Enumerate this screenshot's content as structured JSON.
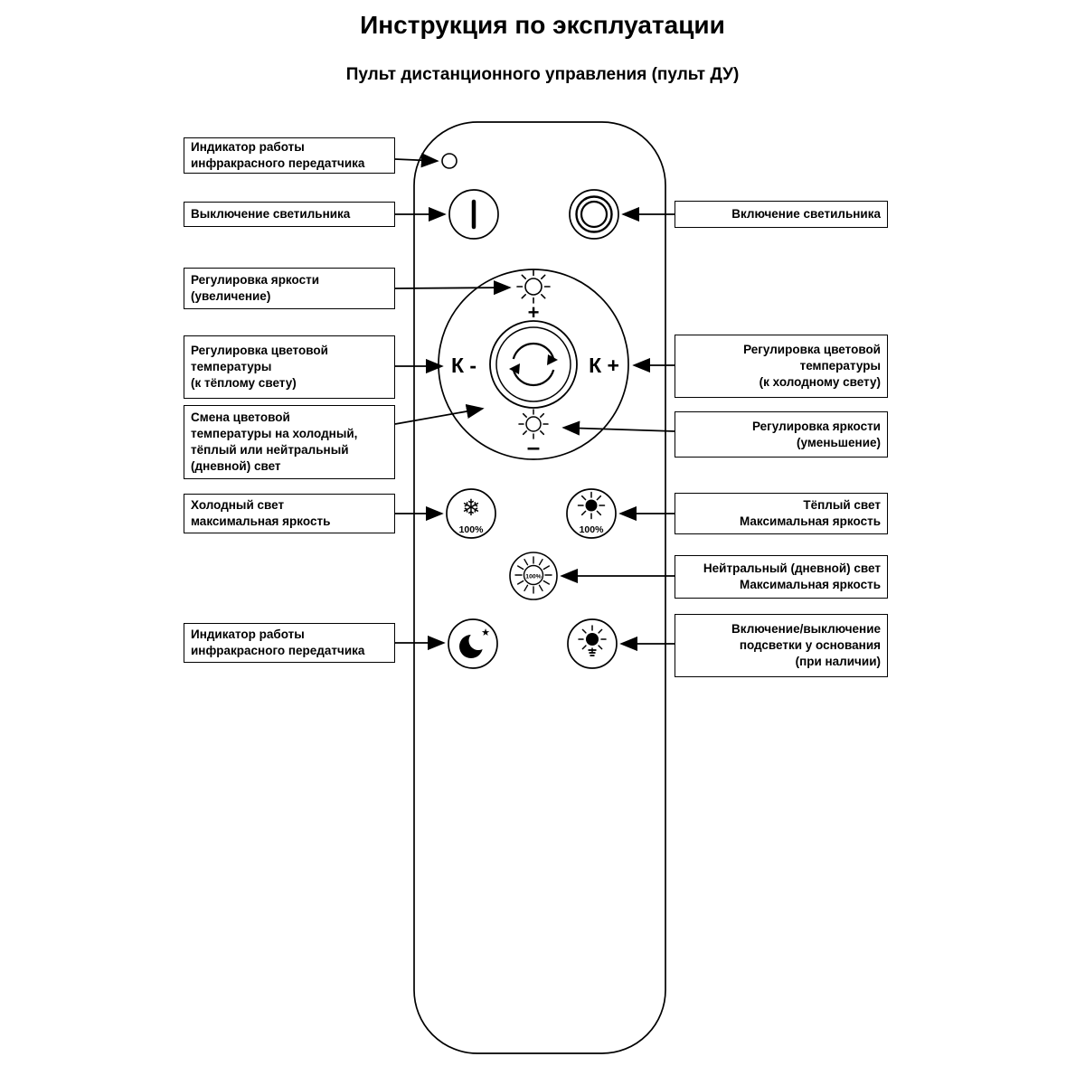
{
  "page": {
    "title": "Инструкция по эксплуатации",
    "subtitle": "Пульт дистанционного управления (пульт ДУ)"
  },
  "callouts_left": [
    {
      "text": "Индикатор работы\nинфракрасного передатчика"
    },
    {
      "text": "Выключение светильника"
    },
    {
      "text": "Регулировка яркости\n(увеличение)"
    },
    {
      "text": "Регулировка цветовой\nтемпературы\n(к тёплому свету)"
    },
    {
      "text": "Смена цветовой\nтемпературы на холодный,\nтёплый или нейтральный\n(дневной) свет"
    },
    {
      "text": "Холодный свет\nмаксимальная яркость"
    },
    {
      "text": "Индикатор работы\nинфракрасного передатчика"
    }
  ],
  "callouts_right": [
    {
      "text": "Включение светильника"
    },
    {
      "text": "Регулировка цветовой\nтемпературы\n(к холодному свету)"
    },
    {
      "text": "Регулировка яркости\n(уменьшение)"
    },
    {
      "text": "Тёплый свет\nМаксимальная яркость"
    },
    {
      "text": "Нейтральный (дневной) свет\nМаксимальная яркость"
    },
    {
      "text": "Включение/выключение\nподсветки у основания\n(при наличии)"
    }
  ],
  "remote": {
    "k_minus": "К -",
    "k_plus": "К +",
    "brightness_plus": "+",
    "brightness_minus": "–",
    "percent_label": "100%",
    "snowflake": "❄",
    "star": "★"
  },
  "colors": {
    "line": "#000000",
    "background": "#ffffff"
  }
}
